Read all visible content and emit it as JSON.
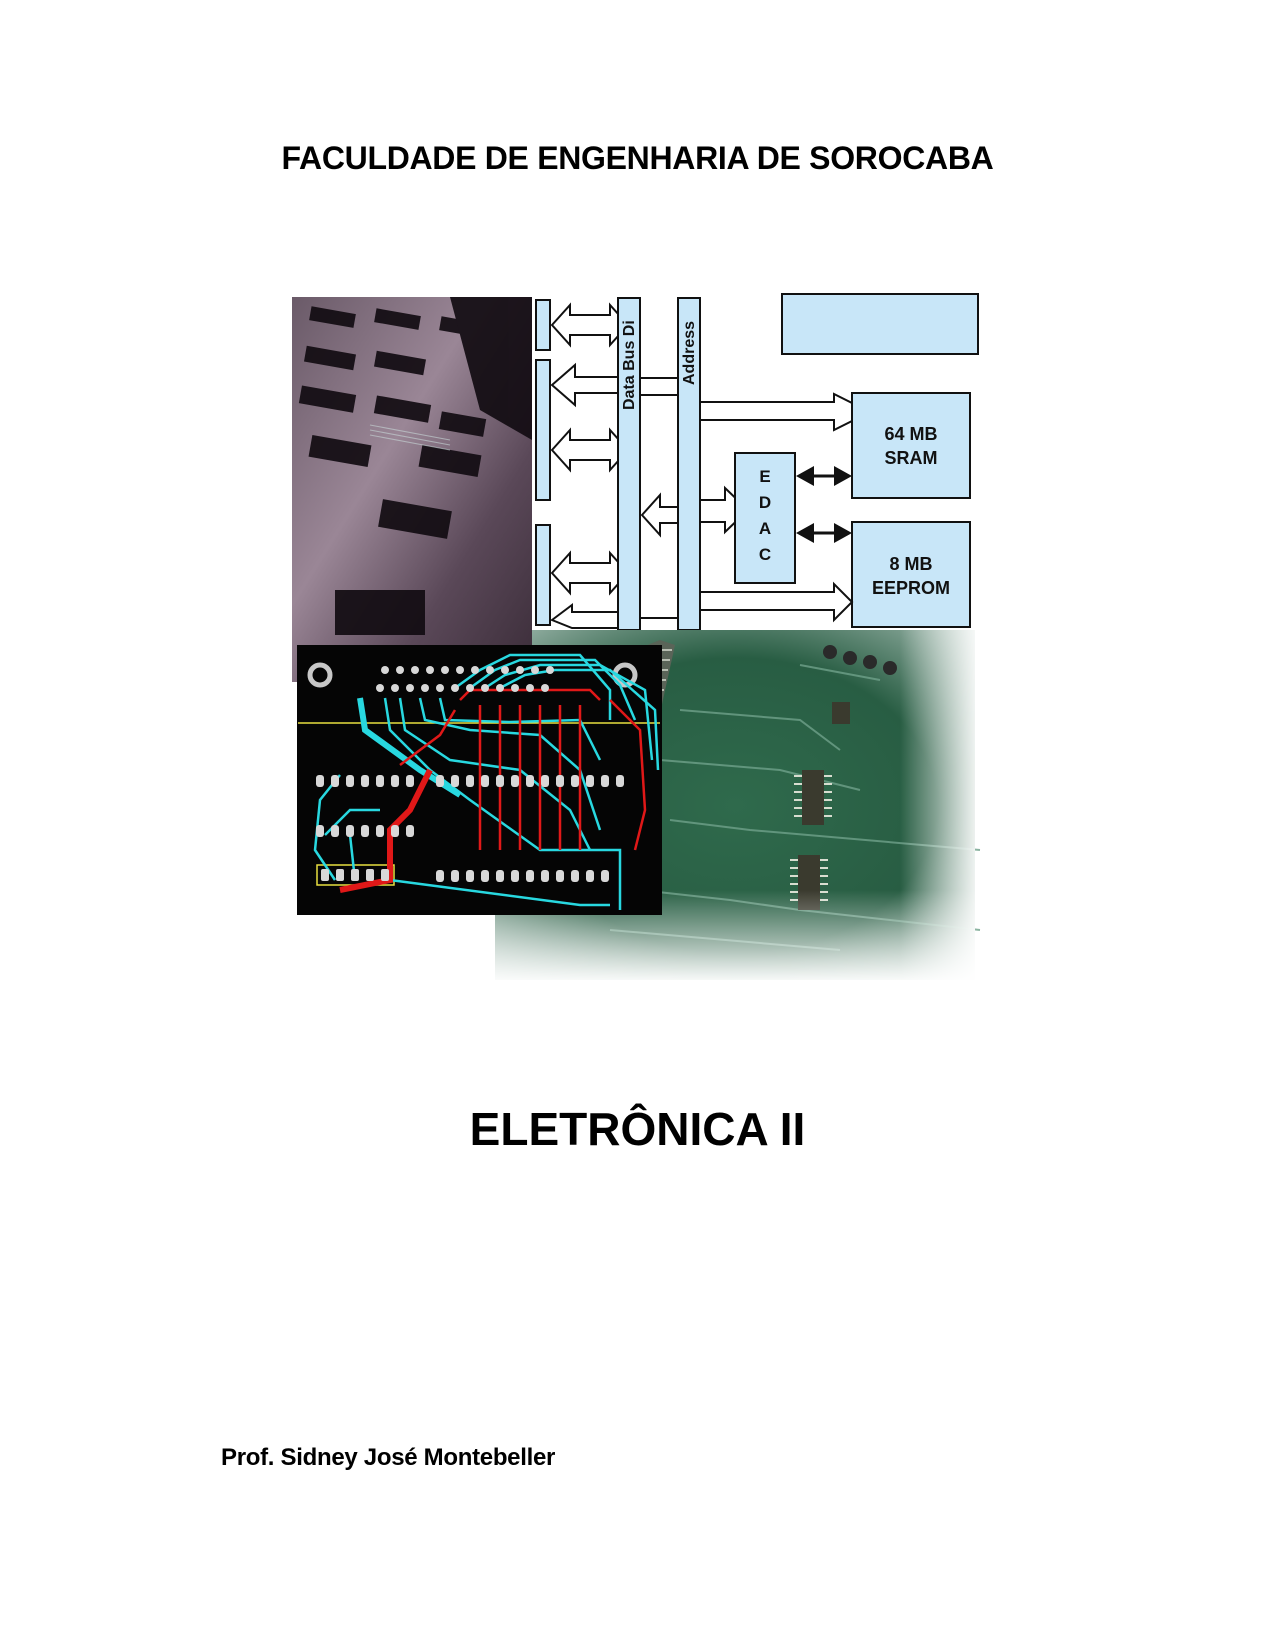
{
  "page": {
    "institution": "FACULDADE DE ENGENHARIA DE SOROCABA",
    "course_title": "ELETRÔNICA II",
    "author": "Prof. Sidney José Montebeller"
  },
  "cover_collage": {
    "block_diagram": {
      "bus_labels": [
        "Data Bus Di",
        "Address"
      ],
      "blocks": [
        {
          "line1": "64 MB",
          "line2": "SRAM"
        },
        {
          "line1": "8 MB",
          "line2": "EEPROM"
        }
      ],
      "edac_letters": [
        "E",
        "D",
        "A",
        "C"
      ],
      "fill_color": "#c8e6f8",
      "stroke_color": "#111111"
    },
    "pcb_layout": {
      "trace_colors": [
        "#28d8e0",
        "#e01818",
        "#e8e040"
      ],
      "background": "#050505"
    },
    "photos": [
      "chip-closeup-photo",
      "green-circuit-board-photo"
    ]
  }
}
